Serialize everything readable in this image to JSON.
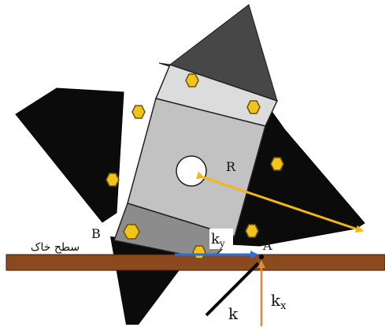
{
  "labels": {
    "R": "R",
    "B": "B",
    "A": "A",
    "ky_base": "k",
    "ky_sub": "y",
    "k": "k",
    "kx_base": "k",
    "kx_sub": "x",
    "soil_surface": "سطح خاک"
  },
  "colors": {
    "soil": "#8a4a1e",
    "soil_edge": "#3d1d06",
    "wing_black": "#0b0b0b",
    "wing_grey": "#474747",
    "hub_light": "#c4c4c4",
    "hub_mid": "#9a9a9a",
    "hub_bottom": "#8c8c8c",
    "bolt_fill": "#f0c419",
    "bolt_stroke": "#6e5200",
    "arrow_r": "#f2b619",
    "arrow_ky": "#2f6fd6",
    "arrow_kx": "#e38a3c",
    "line_k": "#000000"
  },
  "icons": {
    "bolt": "hexagon-bolt-icon",
    "center_hole": "circle-hole-icon"
  }
}
